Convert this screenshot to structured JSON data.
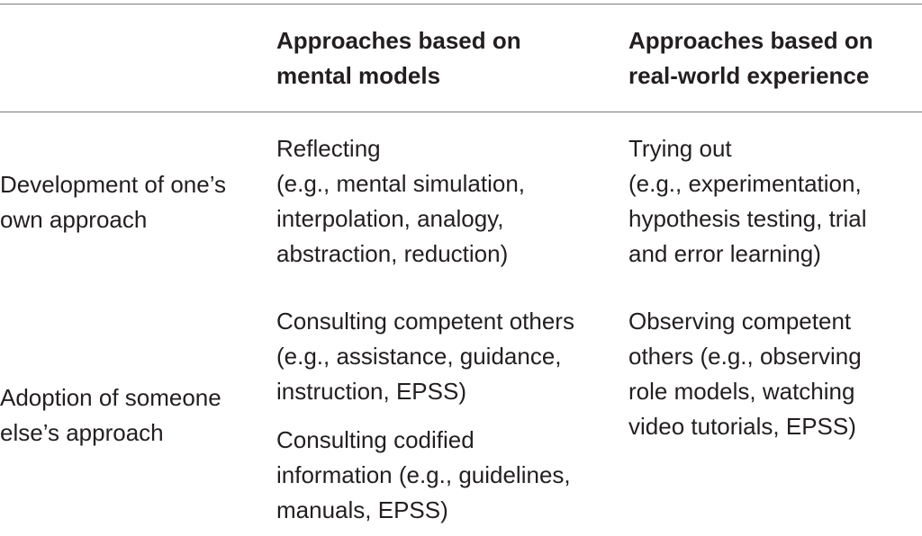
{
  "table": {
    "header": {
      "col1": "",
      "col2": "Approaches based on\nmental models",
      "col3": "Approaches based on\nreal-world experience"
    },
    "rows": [
      {
        "label": "Development of one’s\nown approach",
        "mental": "Reflecting\n(e.g., mental simulation,\ninterpolation, analogy,\nabstraction, reduction)",
        "real": "Trying out\n(e.g., experimentation,\nhypothesis testing, trial\nand error learning)"
      },
      {
        "label": "Adoption of someone\nelse’s approach",
        "mental_1": "Consulting competent others\n(e.g., assistance, guidance,\ninstruction, EPSS)",
        "mental_2": "Consulting codified\ninformation (e.g., guidelines,\nmanuals, EPSS)",
        "real": "Observing competent\nothers (e.g., observing\nrole models, watching\nvideo tutorials, EPSS)"
      }
    ]
  }
}
